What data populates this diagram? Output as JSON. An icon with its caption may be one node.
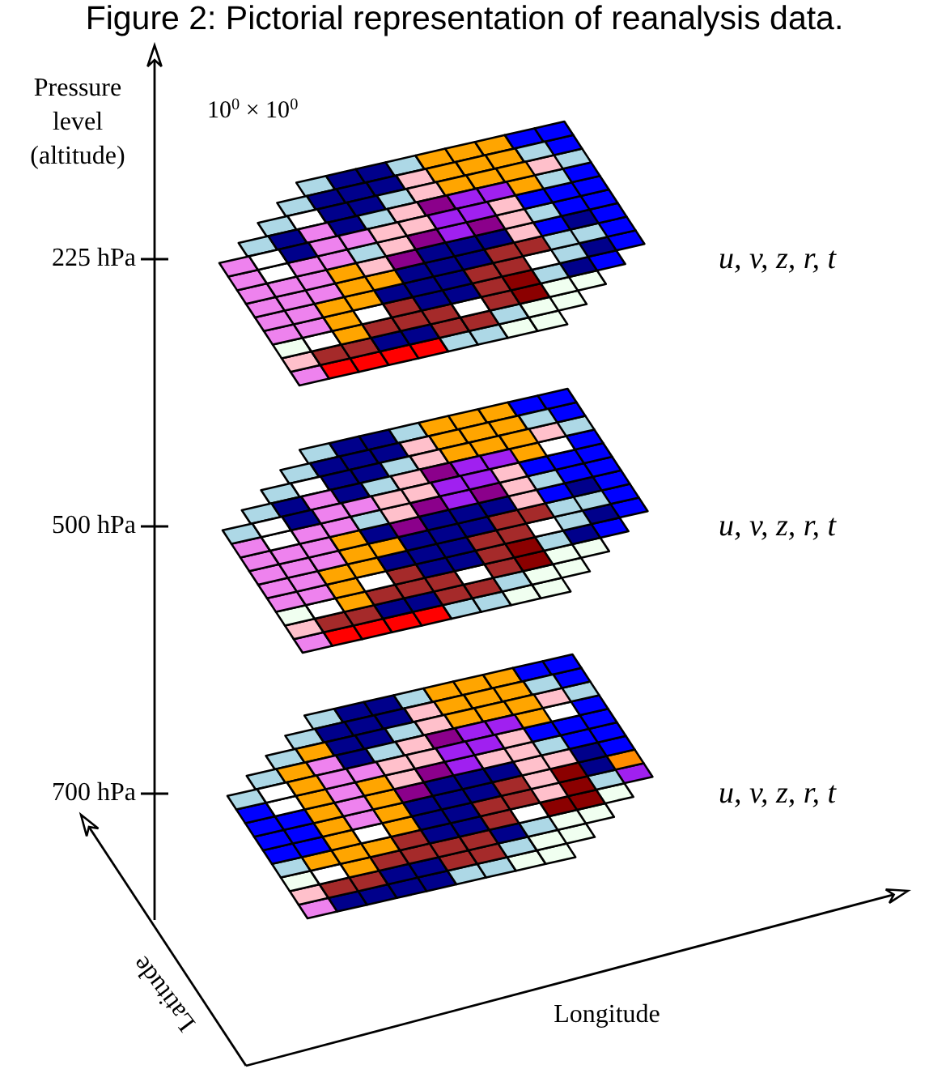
{
  "diagram": {
    "title": "Figure 2: Pictorial representation of reanalysis data.",
    "labels": [
      "Pressure level (altitude)",
      "10$^{0}$ × 10$^{0}$",
      "225 hPa",
      "u, v, z, r, t",
      "500 hPa",
      "u, v, z, r, t",
      "700 hPa",
      "u, v, z, r, t",
      "Latitude",
      "Longitude"
    ]
  }
}
